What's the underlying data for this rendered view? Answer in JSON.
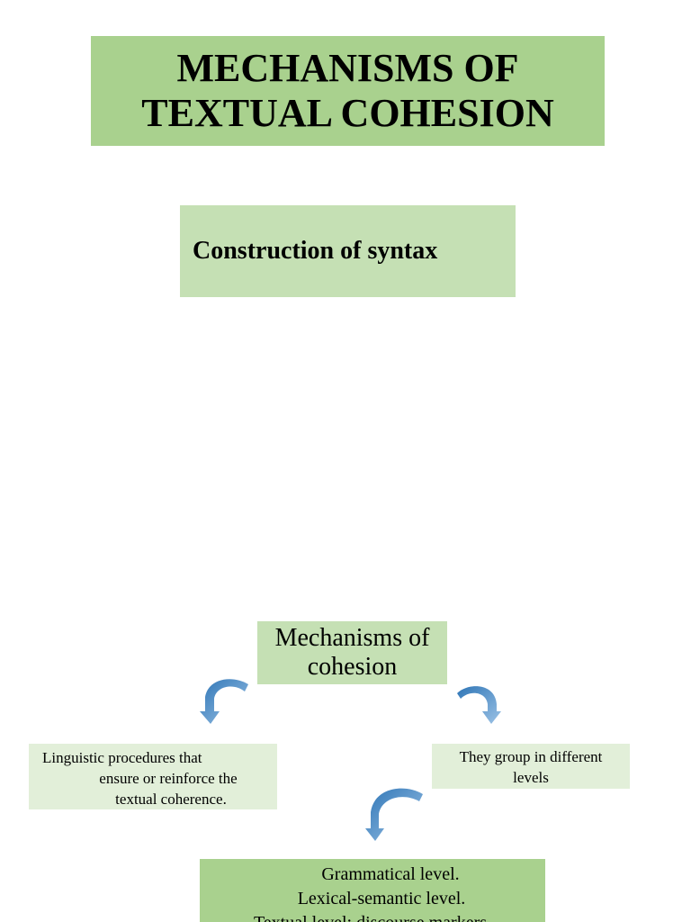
{
  "title": {
    "line1": "MECHANISMS OF",
    "line2": "TEXTUAL COHESION"
  },
  "subtitle": "Construction of syntax",
  "center_node": {
    "line1": "Mechanisms of",
    "line2": "cohesion"
  },
  "left_node": {
    "line1": "Linguistic procedures that",
    "line2": "ensure or reinforce the",
    "line3": "textual coherence."
  },
  "right_node": {
    "line1": "They group in different",
    "line2": "levels"
  },
  "levels_node": {
    "line1": "Grammatical level.",
    "line2": "Lexical-semantic level.",
    "line3": "Textual level: discourse markers."
  },
  "colors": {
    "dark_green": "#a9d18e",
    "mid_green": "#c5e0b4",
    "light_green": "#e2efd9",
    "arrow_blue": "#5b9bd5",
    "arrow_dark": "#2e75b6"
  },
  "icons": [
    "curved-arrow-icon"
  ]
}
